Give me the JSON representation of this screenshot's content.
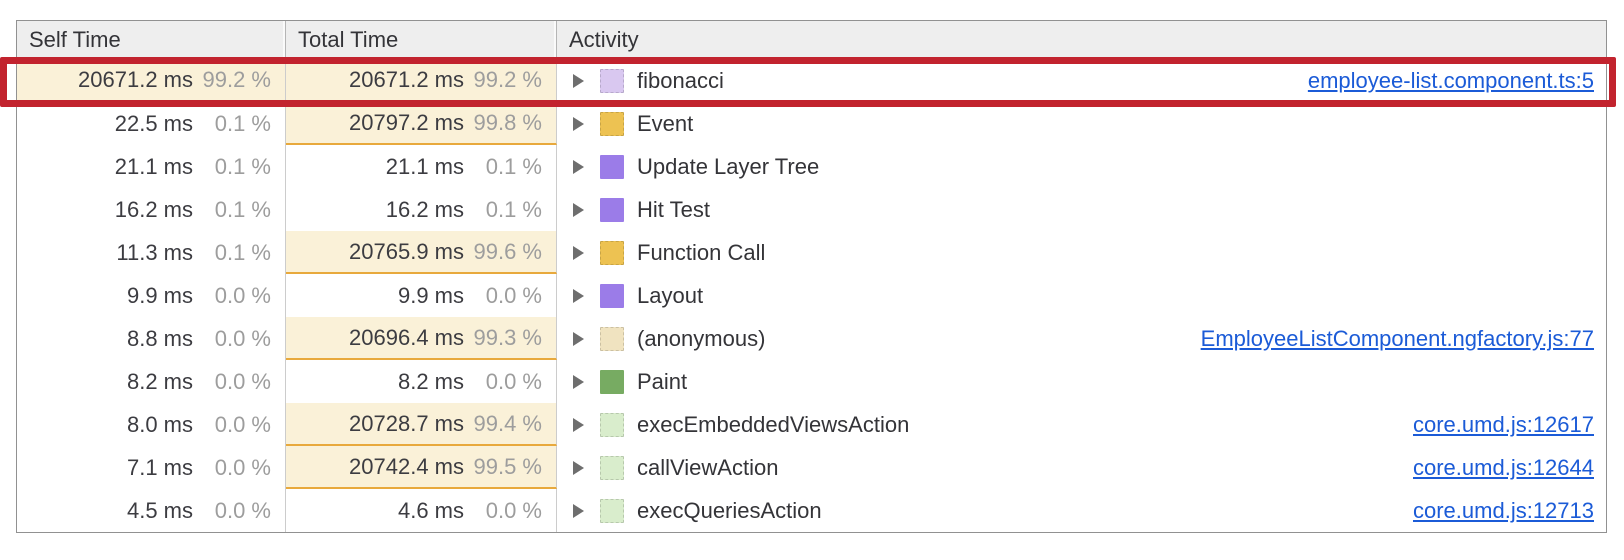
{
  "table": {
    "columns": [
      {
        "label": "Self Time"
      },
      {
        "label": "Total Time"
      },
      {
        "label": "Activity"
      }
    ],
    "rows": [
      {
        "self_time": "20671.2 ms",
        "self_pct": "99.2 %",
        "self_highlight": true,
        "total_time": "20671.2 ms",
        "total_pct": "99.2 %",
        "total_highlight": true,
        "activity": "fibonacci",
        "swatch_color": "#d9c8f0",
        "swatch_pattern": true,
        "link": "employee-list.component.ts:5",
        "annotated": true
      },
      {
        "self_time": "22.5 ms",
        "self_pct": "0.1 %",
        "self_highlight": false,
        "total_time": "20797.2 ms",
        "total_pct": "99.8 %",
        "total_highlight": true,
        "activity": "Event",
        "swatch_color": "#edc252",
        "swatch_pattern": true,
        "link": "",
        "annotated": false
      },
      {
        "self_time": "21.1 ms",
        "self_pct": "0.1 %",
        "self_highlight": false,
        "total_time": "21.1 ms",
        "total_pct": "0.1 %",
        "total_highlight": false,
        "activity": "Update Layer Tree",
        "swatch_color": "#9b7ce8",
        "swatch_pattern": false,
        "link": "",
        "annotated": false
      },
      {
        "self_time": "16.2 ms",
        "self_pct": "0.1 %",
        "self_highlight": false,
        "total_time": "16.2 ms",
        "total_pct": "0.1 %",
        "total_highlight": false,
        "activity": "Hit Test",
        "swatch_color": "#9b7ce8",
        "swatch_pattern": false,
        "link": "",
        "annotated": false
      },
      {
        "self_time": "11.3 ms",
        "self_pct": "0.1 %",
        "self_highlight": false,
        "total_time": "20765.9 ms",
        "total_pct": "99.6 %",
        "total_highlight": true,
        "activity": "Function Call",
        "swatch_color": "#edc252",
        "swatch_pattern": true,
        "link": "",
        "annotated": false
      },
      {
        "self_time": "9.9 ms",
        "self_pct": "0.0 %",
        "self_highlight": false,
        "total_time": "9.9 ms",
        "total_pct": "0.0 %",
        "total_highlight": false,
        "activity": "Layout",
        "swatch_color": "#9b7ce8",
        "swatch_pattern": false,
        "link": "",
        "annotated": false
      },
      {
        "self_time": "8.8 ms",
        "self_pct": "0.0 %",
        "self_highlight": false,
        "total_time": "20696.4 ms",
        "total_pct": "99.3 %",
        "total_highlight": true,
        "activity": "(anonymous)",
        "swatch_color": "#f0e3c0",
        "swatch_pattern": true,
        "link": "EmployeeListComponent.ngfactory.js:77",
        "annotated": false
      },
      {
        "self_time": "8.2 ms",
        "self_pct": "0.0 %",
        "self_highlight": false,
        "total_time": "8.2 ms",
        "total_pct": "0.0 %",
        "total_highlight": false,
        "activity": "Paint",
        "swatch_color": "#77ab62",
        "swatch_pattern": false,
        "link": "",
        "annotated": false
      },
      {
        "self_time": "8.0 ms",
        "self_pct": "0.0 %",
        "self_highlight": false,
        "total_time": "20728.7 ms",
        "total_pct": "99.4 %",
        "total_highlight": true,
        "activity": "execEmbeddedViewsAction",
        "swatch_color": "#d9edcc",
        "swatch_pattern": true,
        "link": "core.umd.js:12617",
        "annotated": false
      },
      {
        "self_time": "7.1 ms",
        "self_pct": "0.0 %",
        "self_highlight": false,
        "total_time": "20742.4 ms",
        "total_pct": "99.5 %",
        "total_highlight": true,
        "activity": "callViewAction",
        "swatch_color": "#d9edcc",
        "swatch_pattern": true,
        "link": "core.umd.js:12644",
        "annotated": false
      },
      {
        "self_time": "4.5 ms",
        "self_pct": "0.0 %",
        "self_highlight": false,
        "total_time": "4.6 ms",
        "total_pct": "0.0 %",
        "total_highlight": false,
        "activity": "execQueriesAction",
        "swatch_color": "#d9edcc",
        "swatch_pattern": true,
        "link": "core.umd.js:12713",
        "annotated": false
      }
    ]
  },
  "annotation": {
    "description": "red highlight box around fibonacci row"
  },
  "colors": {
    "annotation-red": "#c2232e",
    "header-bg": "#eeeeee",
    "header-border": "#b5b5b5",
    "table-border": "#919191",
    "col-divider": "#cccccc",
    "hl-bg": "#faf1d8",
    "hl-border": "#e8a93c",
    "value-text": "#3c3c41",
    "pct-text": "#9d9d9d",
    "label-text": "#343438",
    "link-blue": "#1b5bd7",
    "arrow-gray": "#6e6e6e"
  }
}
